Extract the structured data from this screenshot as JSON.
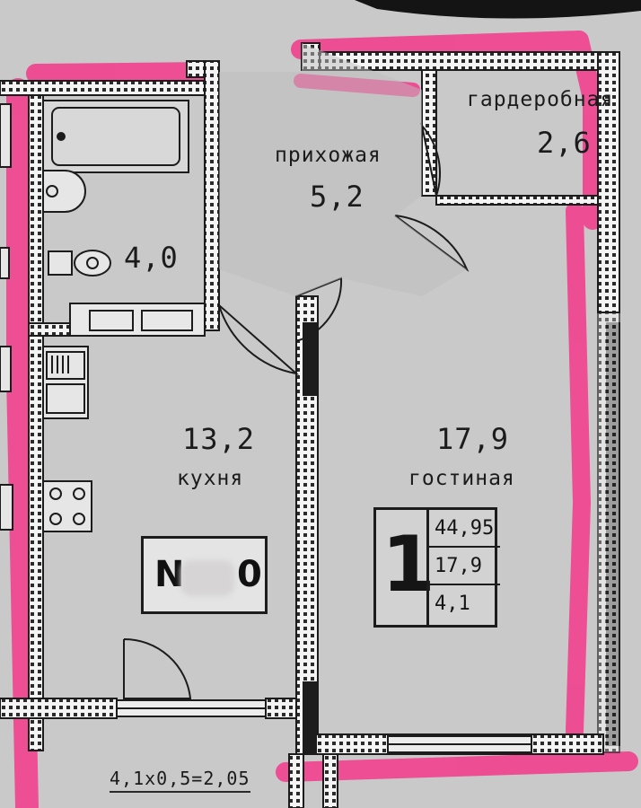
{
  "rooms": {
    "hallway": {
      "name": "прихожая",
      "area": "5,2"
    },
    "wardrobe": {
      "name": "гардеробная",
      "area": "2,6"
    },
    "bathroom": {
      "area": "4,0"
    },
    "kitchen": {
      "name": "кухня",
      "area": "13,2"
    },
    "living": {
      "name": "гостиная",
      "area": "17,9"
    }
  },
  "apartment_info": {
    "rooms_count": "1",
    "total_area": "44,95",
    "living_area": "17,9",
    "balcony_area": "4,1"
  },
  "flat_number": {
    "label": "N",
    "suffix": "0"
  },
  "balcony_note": "4,1х0,5=2,05",
  "colors": {
    "wall": "#1c1c1c",
    "wall_hatch": "#ffffff",
    "floor": "#c9c9c9",
    "highlight": "#f0438f"
  }
}
